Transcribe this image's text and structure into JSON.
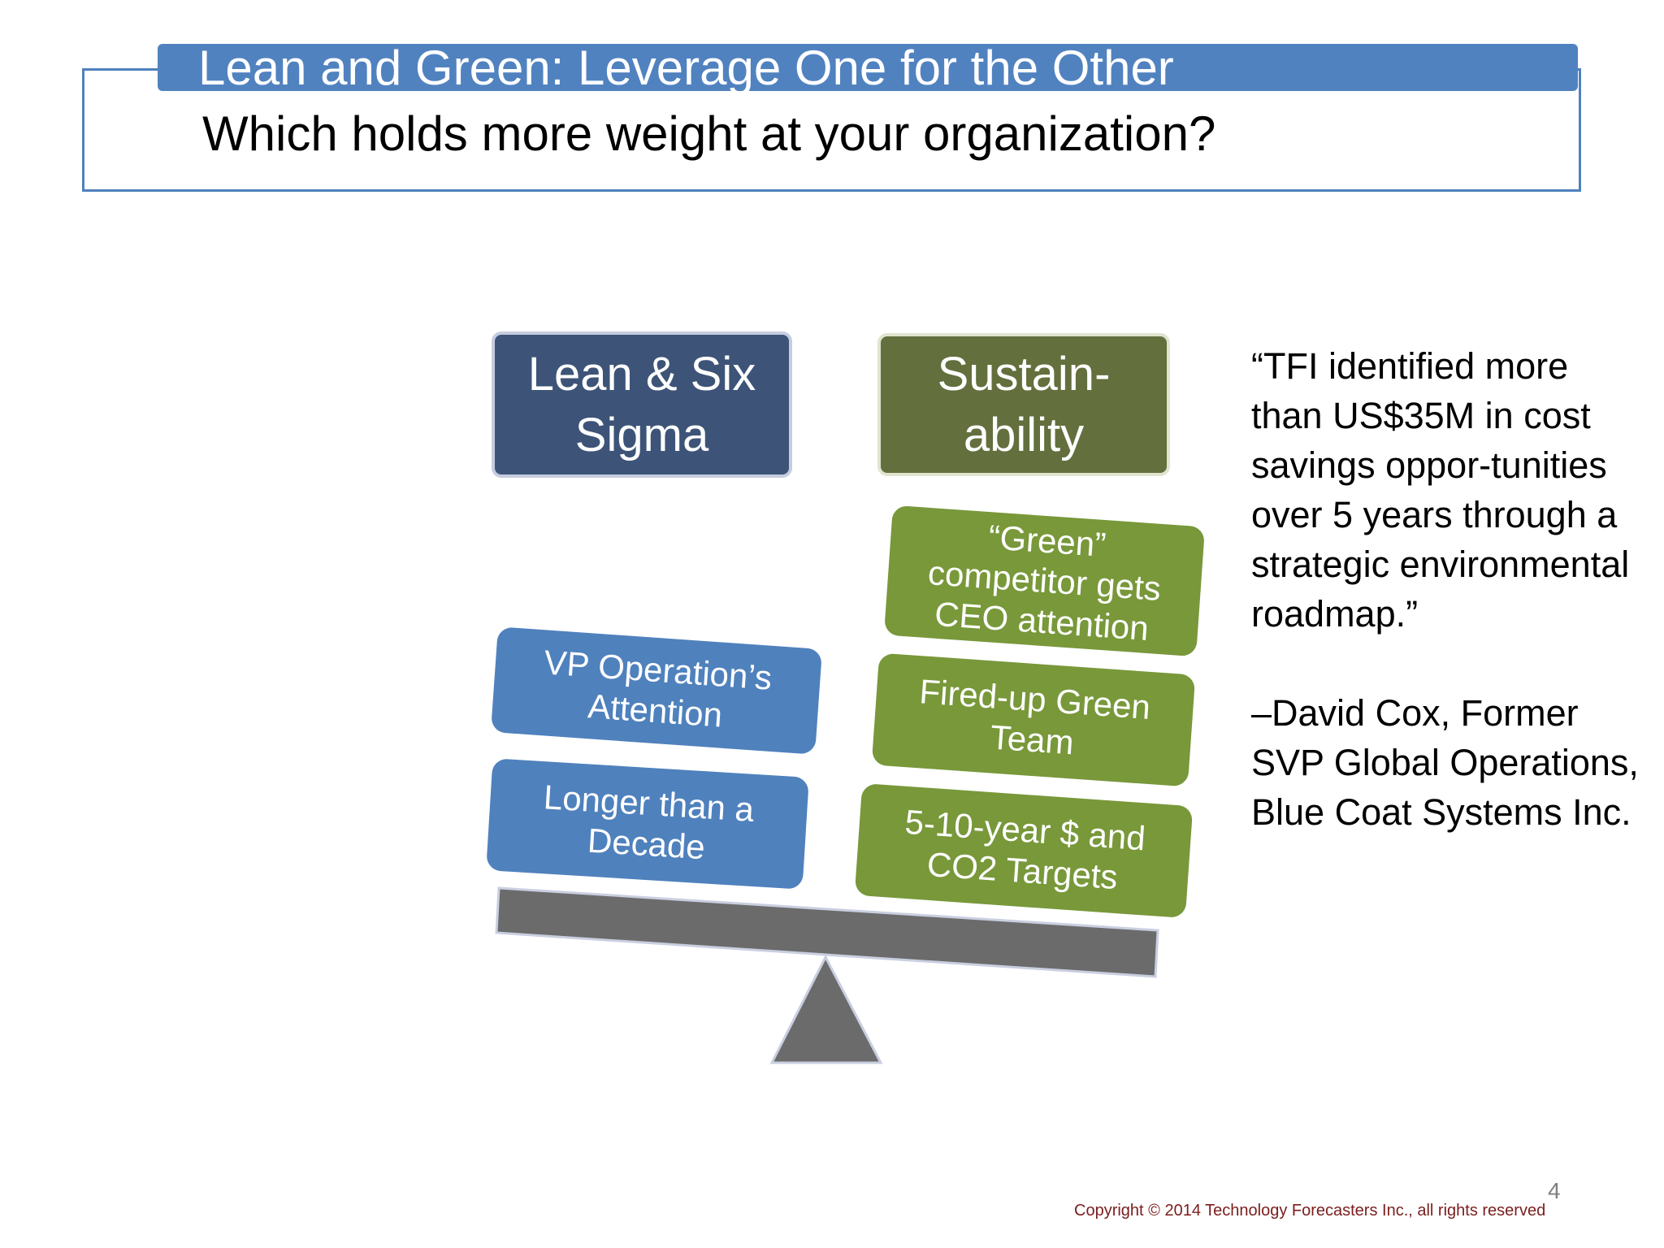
{
  "slide": {
    "title": "Lean and Green:  Leverage One for the Other",
    "subtitle": "Which holds more weight at your organization?"
  },
  "diagram": {
    "left_header": "Lean & Six Sigma",
    "right_header": "Sustain-ability",
    "left_blocks": [
      "VP Operation’s Attention",
      "Longer than a Decade"
    ],
    "right_blocks": [
      "“Green” competitor gets CEO attention",
      "Fired-up Green Team",
      "5-10-year $ and CO2 Targets"
    ],
    "colors": {
      "lean_header": "#3d5478",
      "sustainability_header": "#636f3d",
      "lean_blocks": "#4f81bd",
      "green_blocks": "#78983a",
      "beam": "#6b6b6b"
    }
  },
  "quote": {
    "text": "“TFI identified more than US$35M in cost savings oppor-tunities over 5 years through a strategic environmental roadmap.”",
    "attribution": "–David Cox, Former SVP Global Operations, Blue Coat Systems Inc."
  },
  "footer": {
    "page_number": "4",
    "copyright": "Copyright © 2014 Technology Forecasters Inc., all rights reserved"
  }
}
